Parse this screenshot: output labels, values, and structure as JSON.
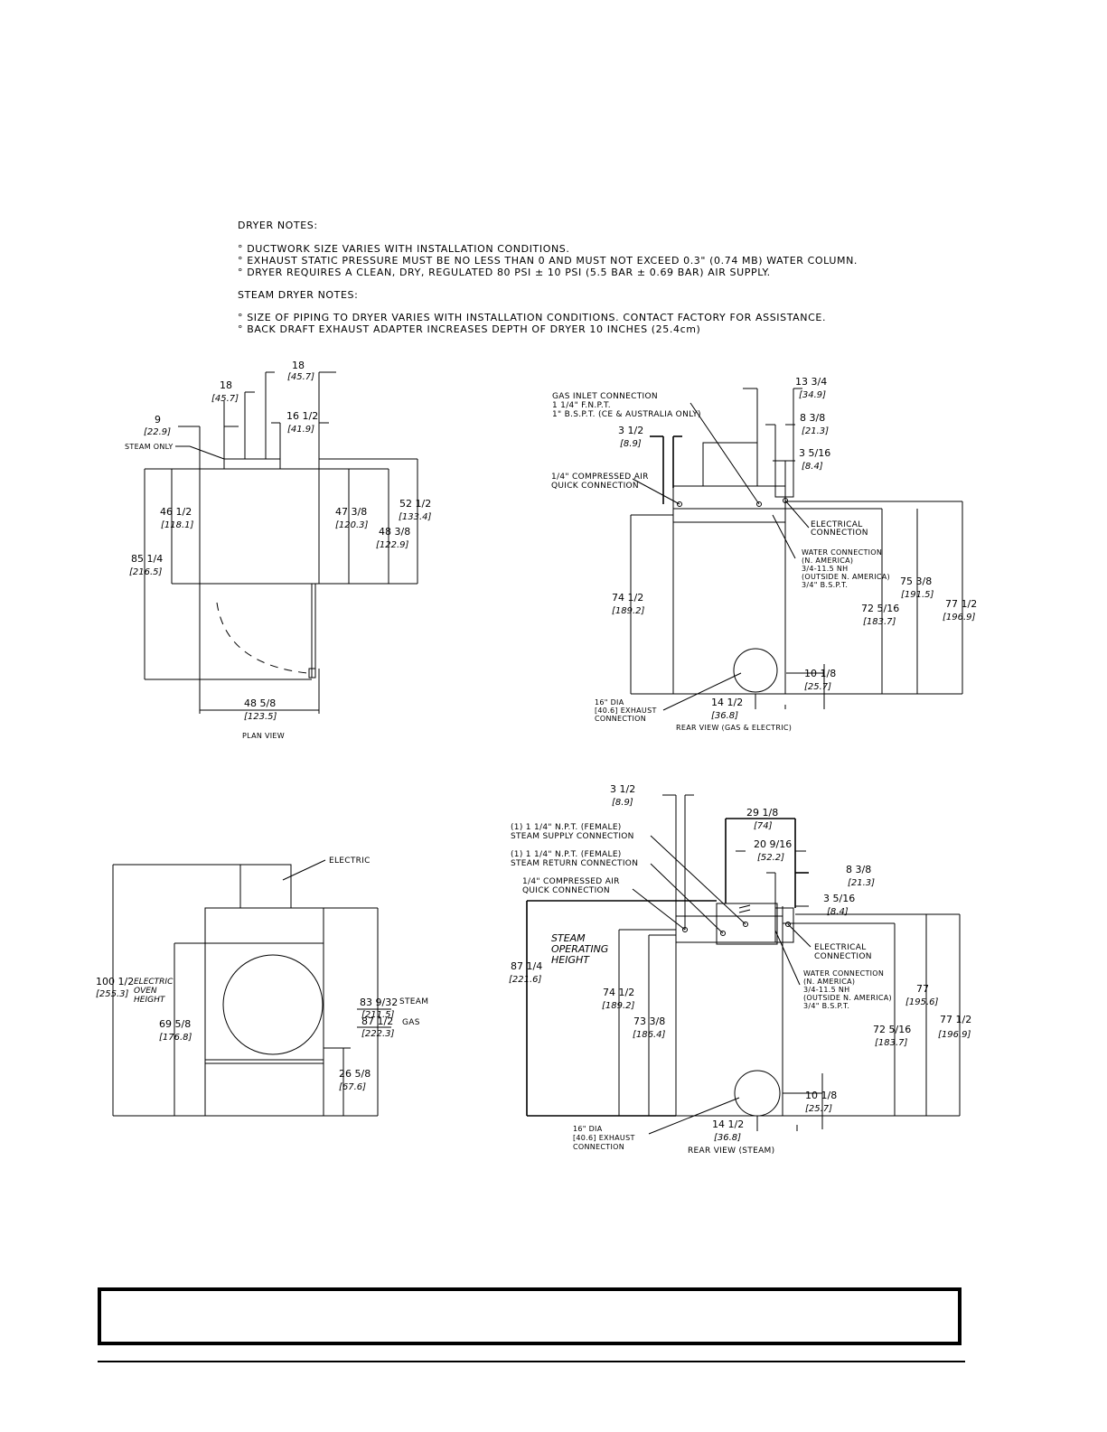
{
  "notes": {
    "dryer_heading": "DRYER NOTES:",
    "dryer_items": [
      "° DUCTWORK SIZE VARIES WITH INSTALLATION CONDITIONS.",
      "° EXHAUST STATIC PRESSURE MUST BE NO LESS THAN 0 AND MUST NOT EXCEED 0.3\" (0.74 MB) WATER COLUMN.",
      "° DRYER REQUIRES A CLEAN, DRY, REGULATED 80 PSI ± 10 PSI (5.5 BAR ± 0.69 BAR) AIR SUPPLY."
    ],
    "steam_heading": "STEAM DRYER NOTES:",
    "steam_items": [
      "° SIZE OF PIPING TO DRYER VARIES WITH INSTALLATION CONDITIONS.  CONTACT FACTORY FOR ASSISTANCE.",
      "° BACK DRAFT EXHAUST ADAPTER INCREASES DEPTH OF DRYER 10 INCHES (25.4cm)"
    ]
  },
  "plan_view": {
    "title": "PLAN VIEW",
    "steam_only": "STEAM ONLY",
    "d_18_top": "18",
    "d_18_top_mm": "[45.7]",
    "d_18": "18",
    "d_18_mm": "[45.7]",
    "d_9": "9",
    "d_9_mm": "[22.9]",
    "d_16": "16 1/2",
    "d_16_mm": "[41.9]",
    "d_46": "46 1/2",
    "d_46_mm": "[118.1]",
    "d_47": "47 3/8",
    "d_47_mm": "[120.3]",
    "d_52": "52 1/2",
    "d_52_mm": "[133.4]",
    "d_48_38": "48 3/8",
    "d_48_38_mm": "[122.9]",
    "d_85": "85 1/4",
    "d_85_mm": "[216.5]",
    "d_48_58": "48 5/8",
    "d_48_58_mm": "[123.5]"
  },
  "rear_gas": {
    "title": "REAR VIEW (GAS & ELECTRIC)",
    "gas_inlet": [
      "GAS INLET CONNECTION",
      "1 1/4\" F.N.P.T.",
      "1\" B.S.P.T. (CE & AUSTRALIA ONLY)"
    ],
    "compressed_air": [
      "1/4\" COMPRESSED AIR",
      "QUICK CONNECTION"
    ],
    "electrical": [
      "ELECTRICAL",
      "CONNECTION"
    ],
    "water": [
      "WATER CONNECTION",
      "(N. AMERICA)",
      "3/4-11.5 NH",
      "(OUTSIDE N. AMERICA)",
      "3/4\" B.S.P.T."
    ],
    "exhaust": [
      "16\" DIA",
      "[40.6] EXHAUST",
      "CONNECTION"
    ],
    "d_13": "13 3/4",
    "d_13_mm": "[34.9]",
    "d_8": "8 3/8",
    "d_8_mm": "[21.3]",
    "d_3_5": "3 5/16",
    "d_3_5_mm": "[8.4]",
    "d_3_1": "3 1/2",
    "d_3_1_mm": "[8.9]",
    "d_75": "75 3/8",
    "d_75_mm": "[191.5]",
    "d_77": "77 1/2",
    "d_77_mm": "[196.9]",
    "d_72": "72 5/16",
    "d_72_mm": "[183.7]",
    "d_74": "74 1/2",
    "d_74_mm": "[189.2]",
    "d_10": "10 1/8",
    "d_10_mm": "[25.7]",
    "d_14": "14 1/2",
    "d_14_mm": "[36.8]"
  },
  "front_view": {
    "electric": "ELECTRIC",
    "d_100": "100 1/2",
    "d_100_mm": "[255.3]",
    "oven_label": [
      "ELECTRIC",
      "OVEN",
      "HEIGHT"
    ],
    "d_69": "69 5/8",
    "d_69_mm": "[176.8]",
    "d_83": "83 9/32",
    "d_83_mm": "[211.5]",
    "steam": "STEAM",
    "d_87": "87 1/2",
    "d_87_mm": "[222.3]",
    "gas": "GAS",
    "d_26": "26 5/8",
    "d_26_mm": "[67.6]"
  },
  "rear_steam": {
    "title": "REAR VIEW (STEAM)",
    "supply": [
      "(1) 1 1/4\" N.P.T. (FEMALE)",
      "STEAM SUPPLY CONNECTION"
    ],
    "return": [
      "(1) 1 1/4\" N.P.T. (FEMALE)",
      "STEAM RETURN CONNECTION"
    ],
    "compressed_air": [
      "1/4\" COMPRESSED AIR",
      "QUICK CONNECTION"
    ],
    "electrical": [
      "ELECTRICAL",
      "CONNECTION"
    ],
    "water": [
      "WATER CONNECTION",
      "(N. AMERICA)",
      "3/4-11.5 NH",
      "(OUTSIDE N. AMERICA)",
      "3/4\" B.S.P.T."
    ],
    "exhaust": [
      "16\" DIA",
      "[40.6] EXHAUST",
      "CONNECTION"
    ],
    "operating": [
      "STEAM",
      "OPERATING",
      "HEIGHT"
    ],
    "d_3_1": "3 1/2",
    "d_3_1_mm": "[8.9]",
    "d_29": "29 1/8",
    "d_29_mm": "[74]",
    "d_20": "20 9/16",
    "d_20_mm": "[52.2]",
    "d_8": "8 3/8",
    "d_8_mm": "[21.3]",
    "d_3_5": "3 5/16",
    "d_3_5_mm": "[8.4]",
    "d_87": "87 1/4",
    "d_87_mm": "[221.6]",
    "d_74": "74 1/2",
    "d_74_mm": "[189.2]",
    "d_73": "73 3/8",
    "d_73_mm": "[186.4]",
    "d_77": "77",
    "d_77_mm": "[195.6]",
    "d_72": "72 5/16",
    "d_72_mm": "[183.7]",
    "d_77_12": "77 1/2",
    "d_77_12_mm": "[196.9]",
    "d_10": "10 1/8",
    "d_10_mm": "[25.7]",
    "d_14": "14 1/2",
    "d_14_mm": "[36.8]"
  }
}
